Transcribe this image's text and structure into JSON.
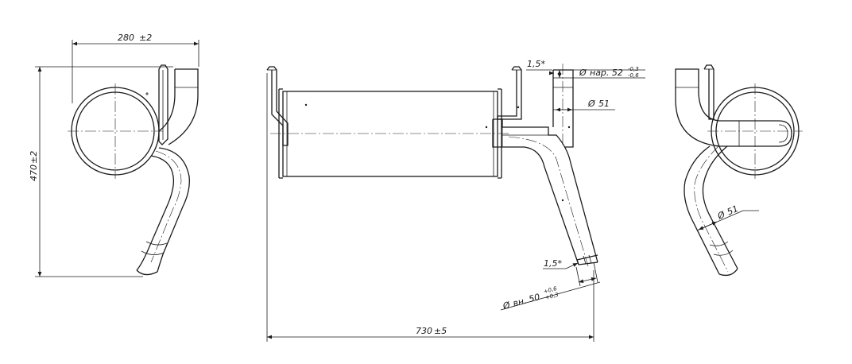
{
  "drawing": {
    "left_view": {
      "width_dim": "280",
      "width_tol": "±2",
      "height_dim": "470",
      "height_tol": "±2"
    },
    "front_view": {
      "length_dim": "730",
      "length_tol": "±5",
      "weld_top": "1,5*",
      "weld_bottom": "1,5*",
      "outer_dia_prefix": "Ø",
      "outer_dia_text": "нар. 52",
      "outer_dia_tol_upper": "-0,3",
      "outer_dia_tol_lower": "-0,6",
      "pipe_dia_prefix": "Ø",
      "pipe_dia_text": "51",
      "inner_dia_prefix": "Ø",
      "inner_dia_text": "вн. 50",
      "inner_dia_tol_upper": "+0,6",
      "inner_dia_tol_lower": "+0,3"
    },
    "right_view": {
      "pipe_dia_prefix": "Ø",
      "pipe_dia_text": "51"
    }
  }
}
